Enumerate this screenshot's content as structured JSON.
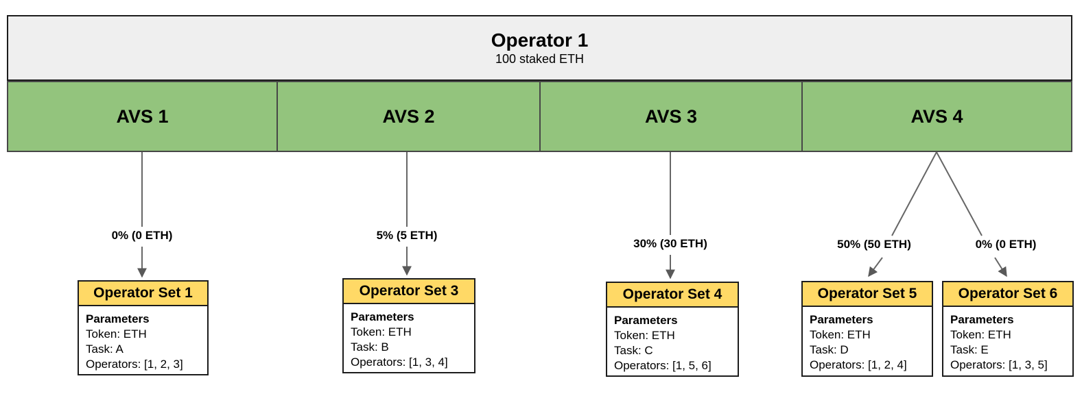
{
  "operator": {
    "title": "Operator 1",
    "subtitle": "100 staked ETH"
  },
  "avs_list": [
    {
      "label": "AVS 1"
    },
    {
      "label": "AVS 2"
    },
    {
      "label": "AVS 3"
    },
    {
      "label": "AVS 4"
    }
  ],
  "allocations": [
    {
      "from": "AVS 1",
      "to": "Operator Set 1",
      "label": "0% (0 ETH)"
    },
    {
      "from": "AVS 2",
      "to": "Operator Set 3",
      "label": "5% (5 ETH)"
    },
    {
      "from": "AVS 3",
      "to": "Operator Set 4",
      "label": "30% (30 ETH)"
    },
    {
      "from": "AVS 4",
      "to": "Operator Set 5",
      "label": "50% (50 ETH)"
    },
    {
      "from": "AVS 4",
      "to": "Operator Set 6",
      "label": "0% (0 ETH)"
    }
  ],
  "operator_sets": [
    {
      "title": "Operator Set 1",
      "params_heading": "Parameters",
      "token_line": "Token: ETH",
      "task_line": "Task: A",
      "operators_line": "Operators: [1, 2, 3]"
    },
    {
      "title": "Operator Set 3",
      "params_heading": "Parameters",
      "token_line": "Token: ETH",
      "task_line": "Task: B",
      "operators_line": "Operators: [1, 3, 4]"
    },
    {
      "title": "Operator Set 4",
      "params_heading": "Parameters",
      "token_line": "Token: ETH",
      "task_line": "Task: C",
      "operators_line": "Operators: [1, 5, 6]"
    },
    {
      "title": "Operator Set 5",
      "params_heading": "Parameters",
      "token_line": "Token: ETH",
      "task_line": "Task: D",
      "operators_line": "Operators: [1, 2, 4]"
    },
    {
      "title": "Operator Set 6",
      "params_heading": "Parameters",
      "token_line": "Token: ETH",
      "task_line": "Task: E",
      "operators_line": "Operators: [1, 3, 5]"
    }
  ],
  "colors": {
    "operator_fill": "#EFEFEF",
    "avs_fill": "#93C47D",
    "set_header_fill": "#FFD966",
    "border": "#1C1C1C",
    "arrow": "#666666"
  }
}
